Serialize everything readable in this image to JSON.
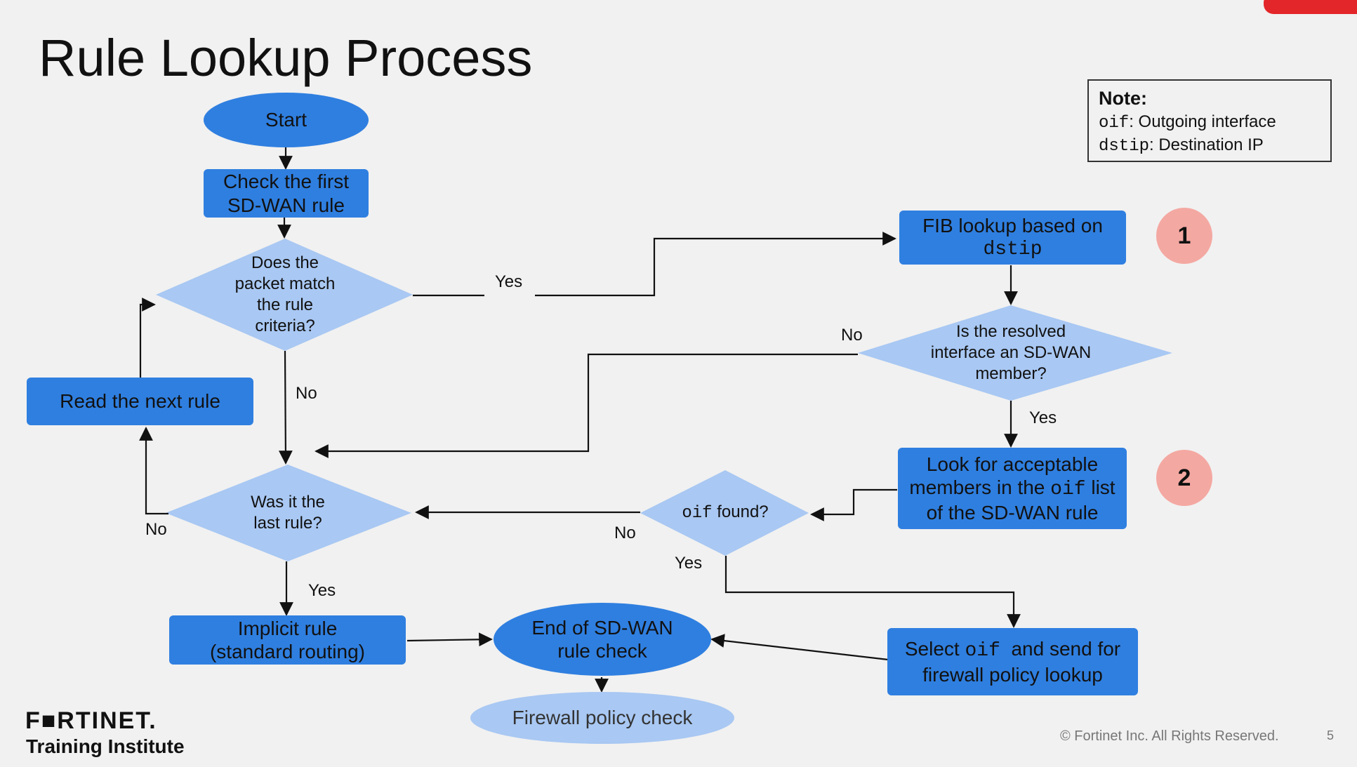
{
  "title": "Rule Lookup Process",
  "note": {
    "title": "Note:",
    "items": [
      {
        "code": "oif",
        "text": ": Outgoing interface"
      },
      {
        "code": "dstip",
        "text": ": Destination IP"
      }
    ]
  },
  "nodes": {
    "start": "Start",
    "check_first_line1": "Check the first",
    "check_first_line2": "SD-WAN rule",
    "match_criteria_l1": "Does the",
    "match_criteria_l2": "packet match",
    "match_criteria_l3": "the rule",
    "match_criteria_l4": "criteria?",
    "read_next": "Read the next rule",
    "last_rule_l1": "Was it the",
    "last_rule_l2": "last rule?",
    "implicit_l1": "Implicit rule",
    "implicit_l2": "(standard routing)",
    "end_l1": "End of SD-WAN",
    "end_l2": "rule check",
    "firewall_check": "Firewall policy check",
    "fib_l1": "FIB lookup based on",
    "fib_code": "dstip",
    "resolved_l1": "Is the resolved",
    "resolved_l2": "interface an SD-WAN",
    "resolved_l3": "member?",
    "look_l1": "Look for acceptable",
    "look_l2a": "members in the ",
    "look_code": "oif",
    "look_l2b": " list",
    "look_l3": "of the SD-WAN rule",
    "oif_found_code": "oif",
    "oif_found_text": " found?",
    "select_a": "Select ",
    "select_code": "oif",
    "select_b": "  and send for",
    "select_l2": "firewall policy lookup"
  },
  "labels": {
    "yes_match": "Yes",
    "no_match": "No",
    "no_last": "No",
    "yes_last": "Yes",
    "no_resolved": "No",
    "yes_resolved": "Yes",
    "no_oif": "No",
    "yes_oif": "Yes"
  },
  "badges": [
    "1",
    "2"
  ],
  "colors": {
    "primary": "#2f7fe0",
    "decision": "#a9c8f3",
    "badge": "#f4a8a2",
    "accent": "#e3262a"
  },
  "footer": {
    "logo": "F■RTINET.",
    "logo_sub": "Training Institute",
    "copyright": "© Fortinet Inc. All Rights Reserved.",
    "page": "5"
  }
}
